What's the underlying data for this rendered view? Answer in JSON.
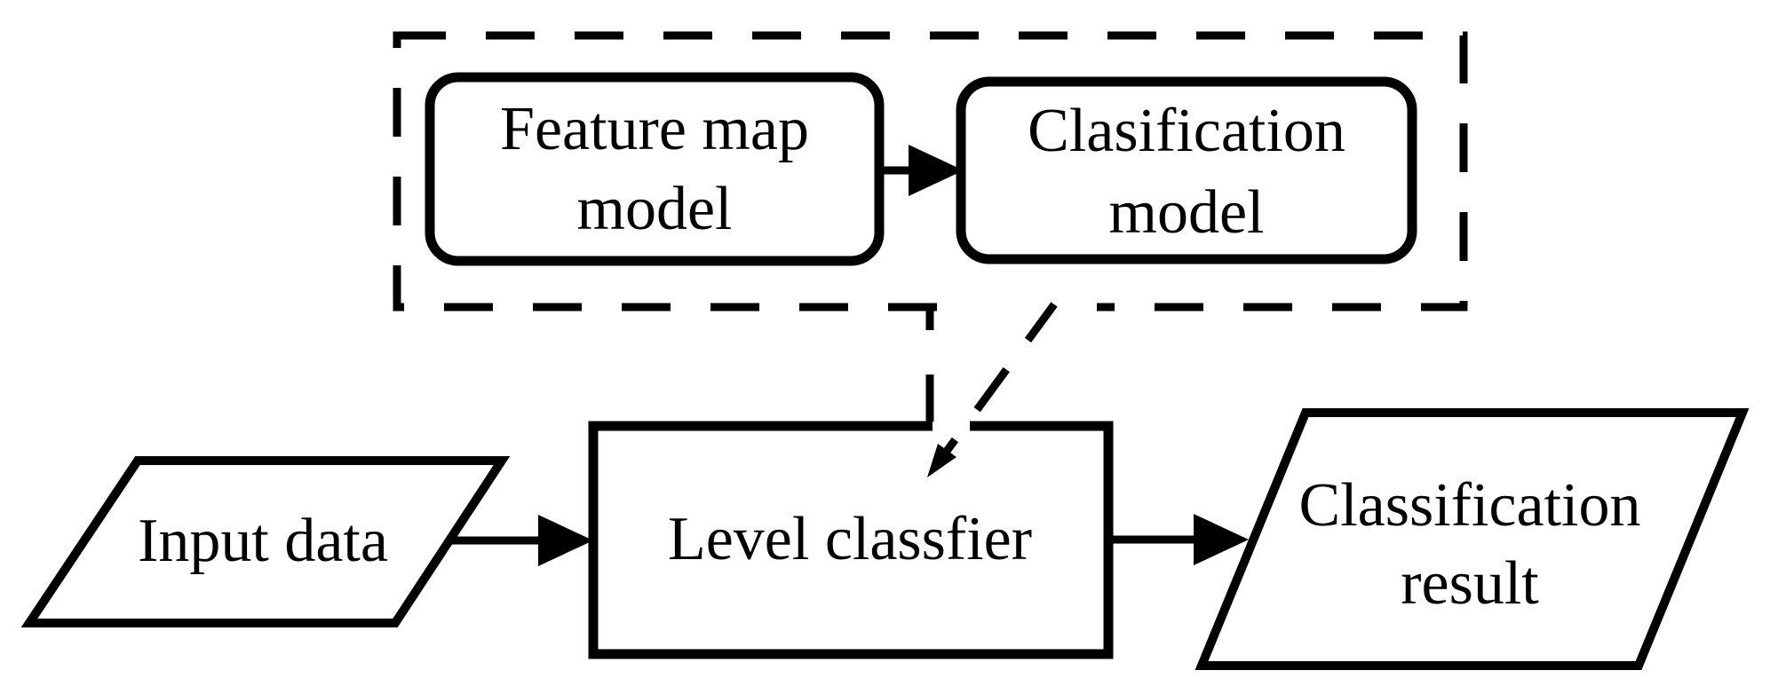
{
  "figure": {
    "title": "Level classifier flowchart",
    "colors": {
      "background": "#ffffff",
      "stroke": "#000000",
      "text": "#000000"
    },
    "nodes": {
      "feature_map_model": {
        "shape": "rounded-rect",
        "label": "Feature map model",
        "lines": [
          "Feature map",
          "model"
        ]
      },
      "classification_model": {
        "shape": "rounded-rect",
        "label": "Clasification model",
        "lines": [
          "Clasification",
          "model"
        ]
      },
      "input_data": {
        "shape": "parallelogram",
        "label": "Input data",
        "lines": [
          "Input data"
        ]
      },
      "level_classifier": {
        "shape": "rect",
        "label": "Level classfier",
        "lines": [
          "Level classfier"
        ]
      },
      "classification_result": {
        "shape": "parallelogram",
        "label": "Classification result",
        "lines": [
          "Classification",
          "result"
        ]
      },
      "dashed_container": {
        "shape": "dashed-rect",
        "label": "",
        "contains": [
          "feature_map_model",
          "classification_model"
        ]
      }
    },
    "edges": [
      {
        "from": "feature_map_model",
        "to": "classification_model",
        "style": "solid-arrow"
      },
      {
        "from": "input_data",
        "to": "level_classifier",
        "style": "solid-arrow"
      },
      {
        "from": "level_classifier",
        "to": "classification_result",
        "style": "solid-arrow"
      },
      {
        "from": "dashed_container",
        "to": "level_classifier",
        "style": "dashed-line"
      },
      {
        "from": "dashed_container",
        "to": "level_classifier",
        "style": "dashed-arrow"
      }
    ]
  }
}
